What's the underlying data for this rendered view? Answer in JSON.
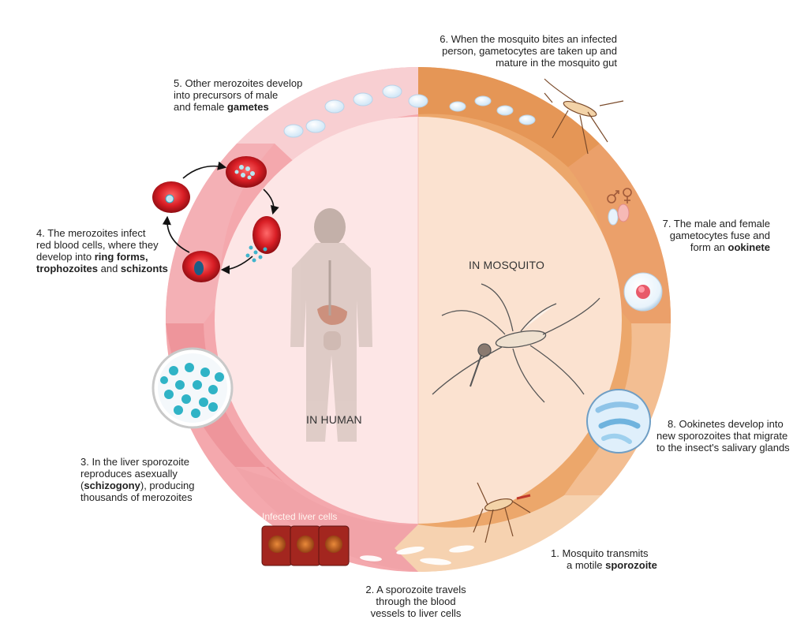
{
  "inner": {
    "human": "IN HUMAN",
    "mosquito": "IN MOSQUITO",
    "liver_cells": "Infected liver cells"
  },
  "steps": {
    "s1": {
      "l1": "1. Mosquito transmits",
      "l2a": "a motile ",
      "l2b": "sporozoite"
    },
    "s2": {
      "l1": "2. A sporozoite travels",
      "l2": "through the blood",
      "l3": "vessels to liver cells"
    },
    "s3": {
      "l1": "3. In the liver sporozoite",
      "l2": "reproduces asexually",
      "l3a": "(",
      "l3b": "schizogony",
      "l3c": "), producing",
      "l4": "thousands of merozoites"
    },
    "s4": {
      "l1": "4. The merozoites infect",
      "l2": "red blood cells, where they",
      "l3a": "develop into ",
      "l3b": "ring forms,",
      "l4a": "trophozoites",
      "l4b": " and ",
      "l4c": "schizonts"
    },
    "s5": {
      "l1": "5. Other merozoites develop",
      "l2": "into precursors of male",
      "l3a": "and female ",
      "l3b": "gametes"
    },
    "s6": {
      "l1": "6. When the mosquito bites an infected",
      "l2": "person, gametocytes are taken up and",
      "l3": "mature in the mosquito gut"
    },
    "s7": {
      "l1": "7. The male and female",
      "l2": "gametocytes fuse and",
      "l3a": "form an ",
      "l3b": "ookinete"
    },
    "s8": {
      "l1": "8. Ookinetes develop into",
      "l2": "new sporozoites that migrate",
      "l3": "to the insect's salivary glands"
    }
  },
  "colors": {
    "human_ring": "#f3a3a8",
    "human_ring_light": "#f7c9cc",
    "human_inner": "#fde6e6",
    "mosquito_ring": "#e8a66b",
    "mosquito_ring_light": "#f2c79a",
    "mosquito_inner": "#fbe4d3",
    "rbc": "#c8161d",
    "parasite": "#3ab3c9"
  },
  "icons": [
    "human-body-icon",
    "mosquito-icon",
    "red-blood-cell-icon",
    "liver-cell-icon",
    "gender-symbols-icon",
    "sporozoite-icon",
    "merozoite-cluster-icon",
    "ookinete-icon"
  ]
}
